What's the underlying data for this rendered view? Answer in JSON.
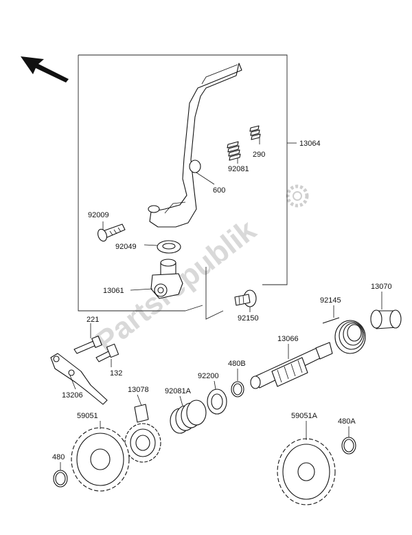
{
  "diagram": {
    "watermark": "Partsrepublik",
    "labels": {
      "p13064": "13064",
      "p290": "290",
      "p92081": "92081",
      "p600": "600",
      "p92009": "92009",
      "p92049": "92049",
      "p13061": "13061",
      "p92150": "92150",
      "p92145": "92145",
      "p13070": "13070",
      "p13066": "13066",
      "p221": "221",
      "p132": "132",
      "p13206": "13206",
      "p92200": "92200",
      "p480B": "480B",
      "p13078": "13078",
      "p92081A": "92081A",
      "p59051": "59051",
      "p59051A": "59051A",
      "p480A": "480A",
      "p480": "480"
    }
  }
}
